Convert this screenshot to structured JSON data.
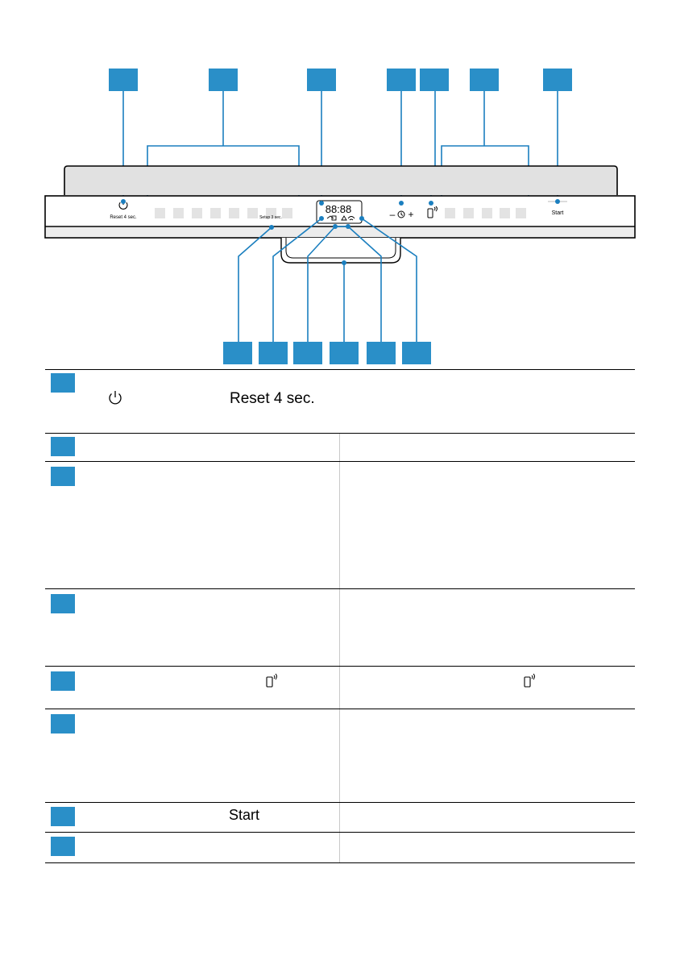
{
  "panel": {
    "power_label": "Reset 4 sec.",
    "setup_label": "Setup 3 sec.",
    "display_digits": "88:88",
    "timer_minus": "–",
    "timer_plus": "+",
    "start_label": "Start"
  },
  "legend": {
    "rows": [
      {
        "icon": "power-icon",
        "text": "Reset 4 sec."
      },
      {
        "text": ""
      },
      {
        "text": ""
      },
      {
        "text": ""
      },
      {
        "icon": "remote-start-icon",
        "icon_right": "remote-start-icon"
      },
      {
        "text": ""
      },
      {
        "text": "Start"
      },
      {
        "text": ""
      }
    ]
  },
  "colors": {
    "callout": "#2a8fc8",
    "line": "#1b7fbf"
  }
}
